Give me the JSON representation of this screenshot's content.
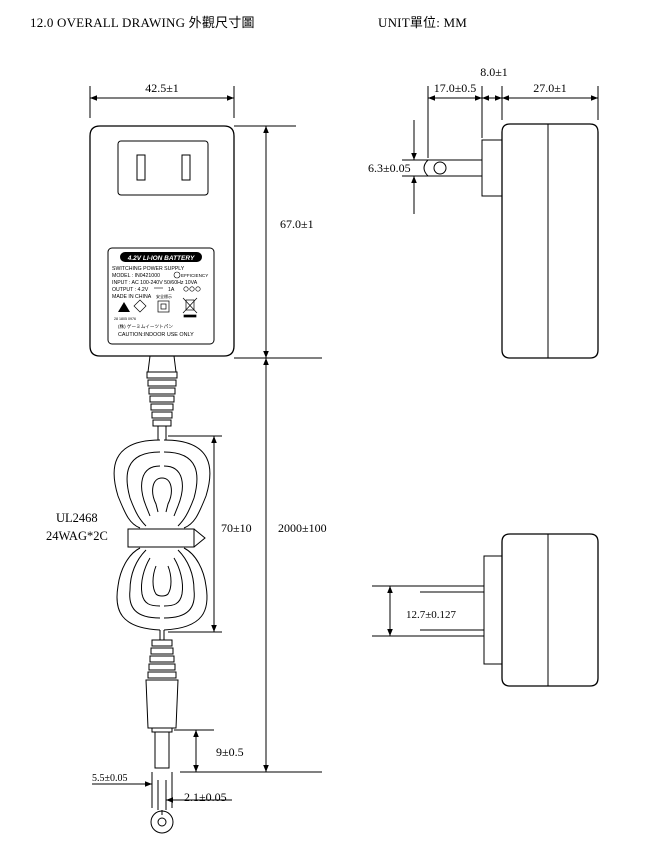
{
  "header": {
    "title": "12.0 OVERALL DRAWING 外觀尺寸圖",
    "unit": "UNIT單位: MM"
  },
  "dims": {
    "width": "42.5±1",
    "body_height": "67.0±1",
    "cable_length": "2000±100",
    "coil": "70±10",
    "plug_tip": "9±0.5",
    "od": "5.5±0.05",
    "id": "2.1±0.05",
    "pin_length": "17.0±0.5",
    "base": "8.0±1",
    "depth": "27.0±1",
    "pin_dia": "6.3±0.05",
    "pin_spacing": "12.7±0.127"
  },
  "cable": {
    "line1": "UL2468",
    "line2": "24WAG*2C"
  },
  "label": {
    "banner": "4.2V LI-ION BATTERY",
    "line1": "SWITCHING POWER SUPPLY",
    "line2": "MODEL : IN0421000",
    "efficiency": "EFFICIENCY",
    "line3": "INPUT : AC 100-240V 50/60Hz 10VA",
    "line4": "OUTPUT : 4.2V",
    "line4b": "1A",
    "line5": "MADE IN CHINA",
    "jp_line": "(株) ゲーミムイーツトパン",
    "caution": "CAUTION:INDOOR USE ONLY",
    "mark_text": "安全標示",
    "small_code": "28 1805 0976"
  }
}
